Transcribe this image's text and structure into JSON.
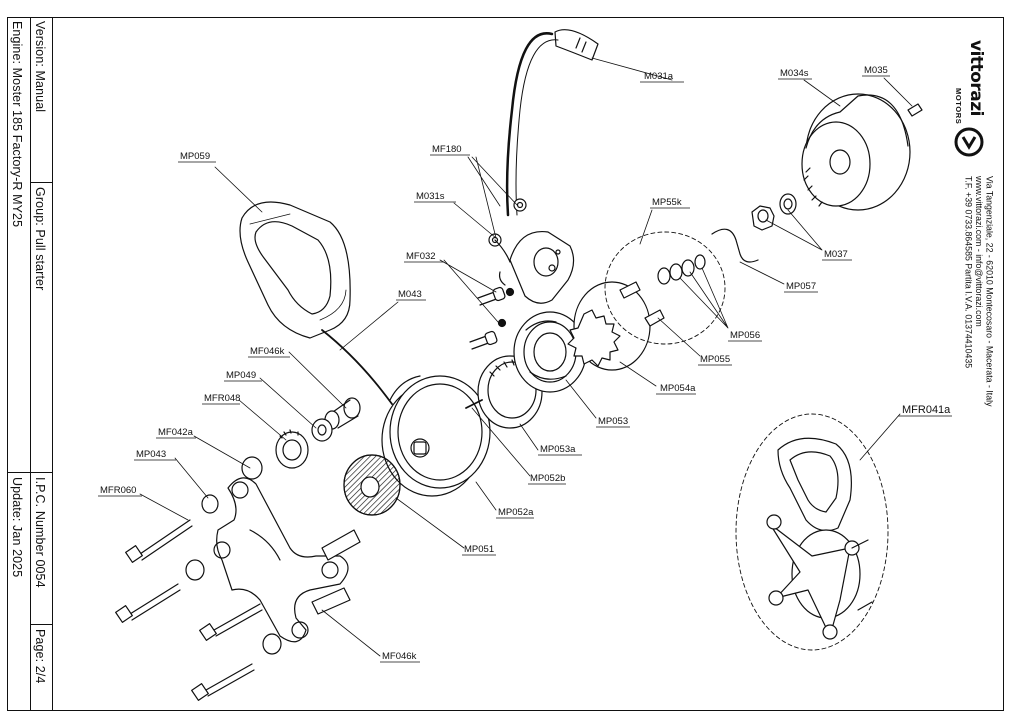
{
  "title_block": {
    "engine": "Engine: Moster 185 Factory-R MY25",
    "version": "Version: Manual",
    "group": "Group: Pull starter",
    "update": "Update: Jan 2025",
    "ipc_number": "I.P.C. Number 0054",
    "page": "Page: 2/4"
  },
  "brand": {
    "name": "vittorazi",
    "subtitle": "MOTORS",
    "address_lines": [
      "Via Tangenziale, 22 - 62010 Montecosaro - Macerata - Italy",
      "www.vittorazi.com - info@vittorazi.com",
      "T.F. +39 0733.864585 Partita I.V.A. 01374410435"
    ]
  },
  "callouts": [
    "M031a",
    "M031s",
    "MF180",
    "MF032",
    "M043",
    "MP059",
    "M034s",
    "M035",
    "M037",
    "MP057",
    "MP55k",
    "MP056",
    "MP055",
    "MP054a",
    "MP053",
    "MP053a",
    "MP052b",
    "MP052a",
    "MP051",
    "MF046k",
    "MP049",
    "MFR048",
    "MF042a",
    "MP043",
    "MFR060",
    "MF046k",
    "MFR041a"
  ],
  "colors": {
    "line": "#111111",
    "background": "#ffffff"
  }
}
